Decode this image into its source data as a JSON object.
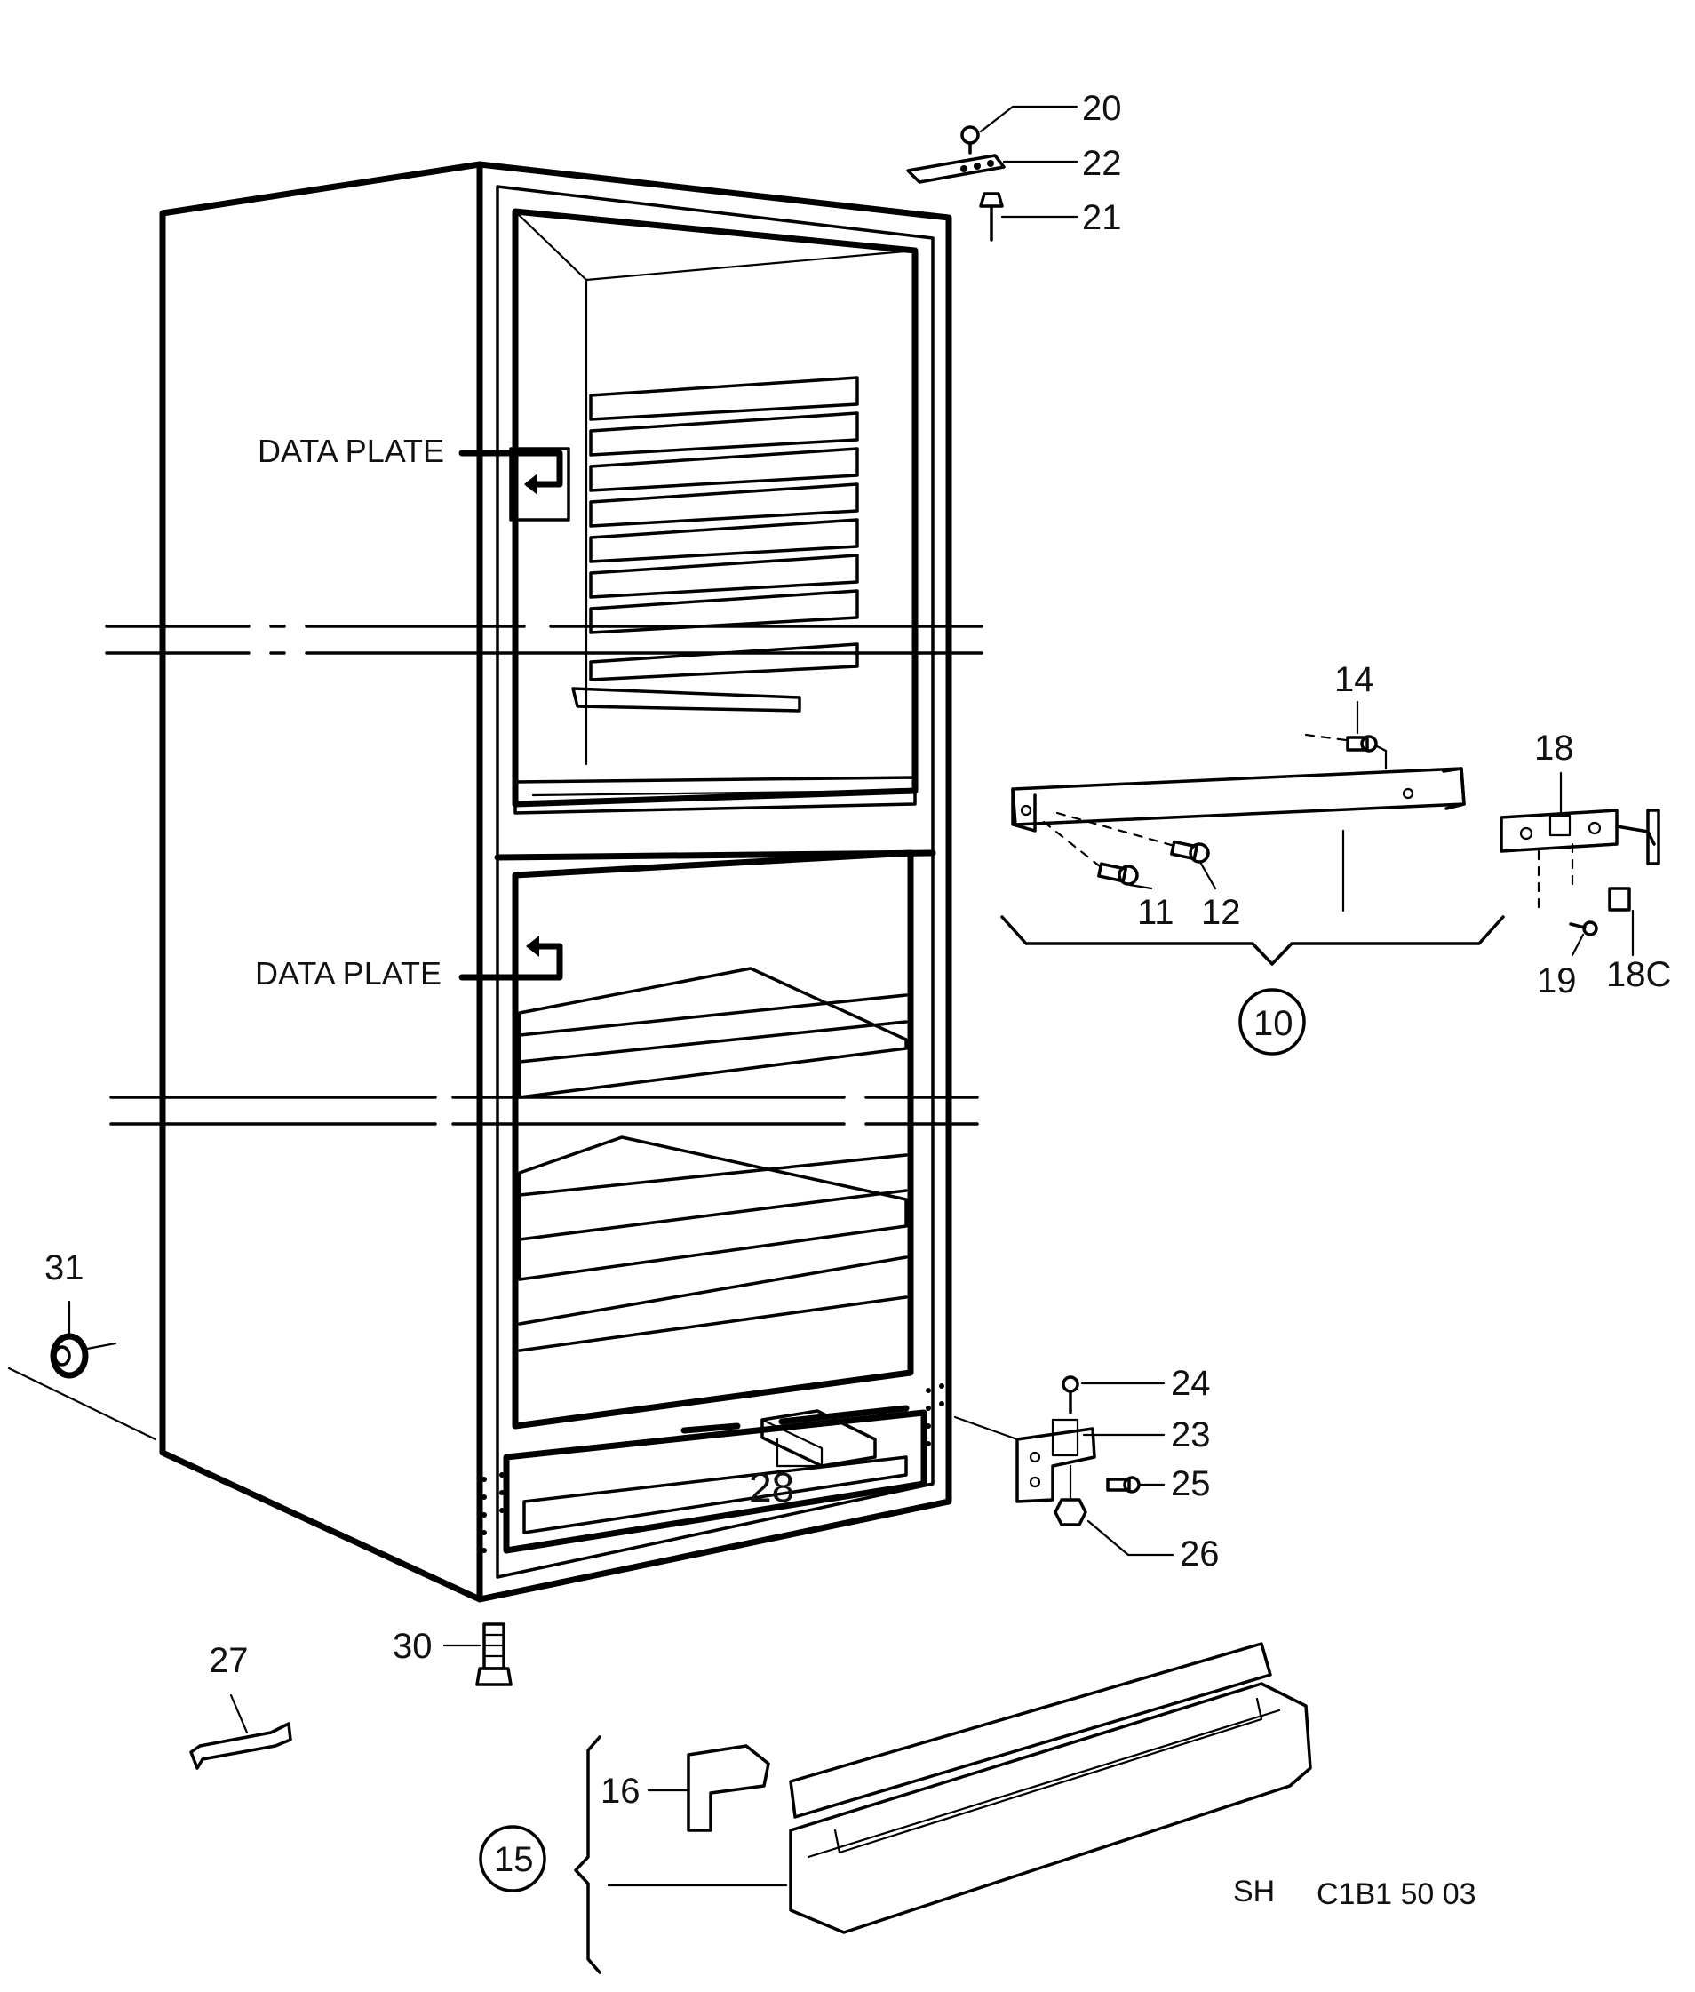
{
  "labels": {
    "data_plate_upper": "DATA PLATE",
    "data_plate_lower": "DATA PLATE",
    "p20": "20",
    "p22": "22",
    "p21": "21",
    "p14": "14",
    "p18": "18",
    "p11": "11",
    "p12": "12",
    "p10": "10",
    "p19": "19",
    "p18c": "18C",
    "p31": "31",
    "p24": "24",
    "p23": "23",
    "p25": "25",
    "p26": "26",
    "p28": "28",
    "p30": "30",
    "p27": "27",
    "p16": "16",
    "p15": "15"
  },
  "footer": {
    "author": "SH",
    "code": "C1B1 50 03"
  },
  "icons": [
    "screw-icon",
    "hinge-bracket-icon",
    "nut-icon",
    "adjustable-foot-icon",
    "spanner-icon",
    "wheel-icon",
    "door-shelf-icon",
    "shelf-clip-icon"
  ]
}
